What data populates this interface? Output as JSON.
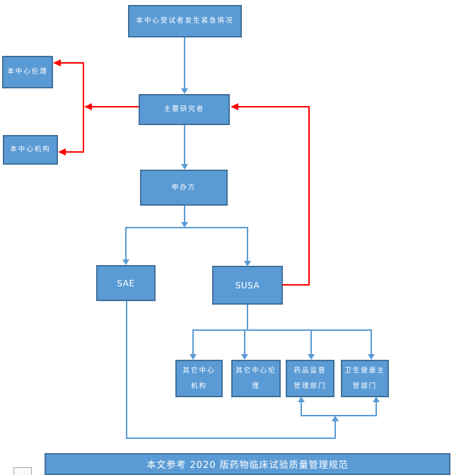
{
  "colors": {
    "box-fill": "#5b9bd5",
    "box-border": "#41719c",
    "line-blue": "#5b9bd5",
    "line-red": "#ff0000"
  },
  "nodes": {
    "emergency": {
      "label": "本中心受试者发生紧急情况"
    },
    "center_ethics": {
      "label": "本中心伦理"
    },
    "center_org": {
      "label": "本中心机构"
    },
    "pi": {
      "label": "主要研究者"
    },
    "sponsor": {
      "label": "申办方"
    },
    "sae": {
      "label": "SAE"
    },
    "susa": {
      "label": "SUSA"
    },
    "other_center_org": {
      "label": "其它中心\n机构"
    },
    "other_center_ethics": {
      "label": "其它中心伦\n理"
    },
    "drug_admin": {
      "label": "药品监督\n管理部门"
    },
    "health_admin": {
      "label": "卫生健康主\n管部门"
    }
  },
  "footer": {
    "text": "本文参考 2020 版药物临床试验质量管理规范"
  }
}
